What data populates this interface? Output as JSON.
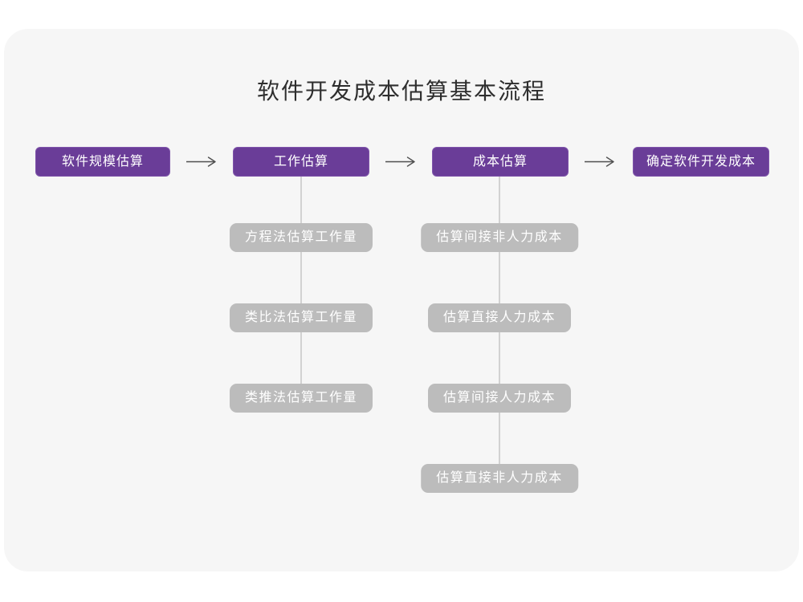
{
  "title": "软件开发成本估算基本流程",
  "colors": {
    "accent_purple": "#6a3d98",
    "accent_purple_border": "#7f55aa",
    "node_gray": "#bcbcbc",
    "node_text": "#ffffff",
    "card_bg": "#f6f6f6",
    "connector": "#d2d2d2",
    "arrow": "#4f4f4f",
    "title_color": "#2e2e2e"
  },
  "icons": {
    "flow_arrow": "→"
  },
  "flow": {
    "main_nodes": [
      {
        "label": "软件规模估算"
      },
      {
        "label": "工作估算"
      },
      {
        "label": "成本估算"
      },
      {
        "label": "确定软件开发成本"
      }
    ],
    "work_branch": [
      "方程法估算工作量",
      "类比法估算工作量",
      "类推法估算工作量"
    ],
    "cost_branch": [
      "估算间接非人力成本",
      "估算直接人力成本",
      "估算间接人力成本",
      "估算直接非人力成本"
    ]
  }
}
